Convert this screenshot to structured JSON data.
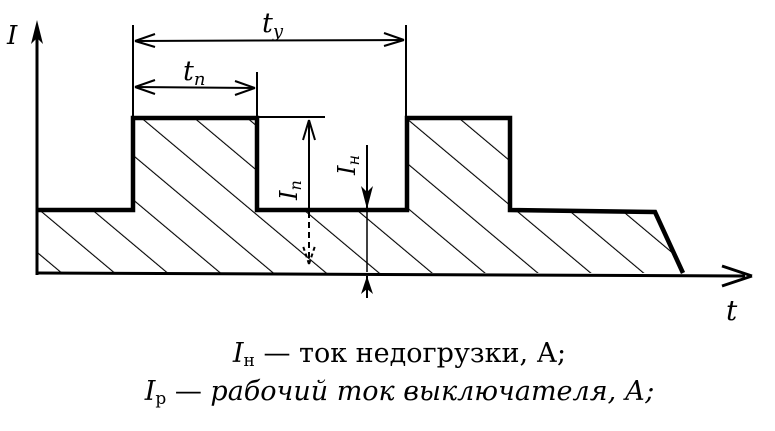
{
  "diagram": {
    "axes": {
      "y_label": "I",
      "x_label": "t"
    },
    "dimensions": {
      "t_y": {
        "symbol": "t",
        "subscript": "y"
      },
      "t_p": {
        "symbol": "t",
        "subscript": "п"
      },
      "I_p": {
        "symbol": "I",
        "subscript": "п"
      },
      "I_n": {
        "symbol": "I",
        "subscript": "н"
      }
    },
    "waveform": {
      "description": "Hatched current-load profile: base load level with two rectangular overload pulses, tapering to zero at the end",
      "levels": [
        "base",
        "peak"
      ],
      "pulses": 2
    },
    "colors": {
      "ink": "#000000",
      "background": "#ffffff"
    }
  },
  "caption": {
    "line1": {
      "symbol": "I",
      "subscript": "н",
      "text": " — ток недогрузки, А;"
    },
    "line2": {
      "symbol": "I",
      "subscript": "р",
      "dash": " — ",
      "text": "рабочий ток выключателя, А;"
    }
  }
}
